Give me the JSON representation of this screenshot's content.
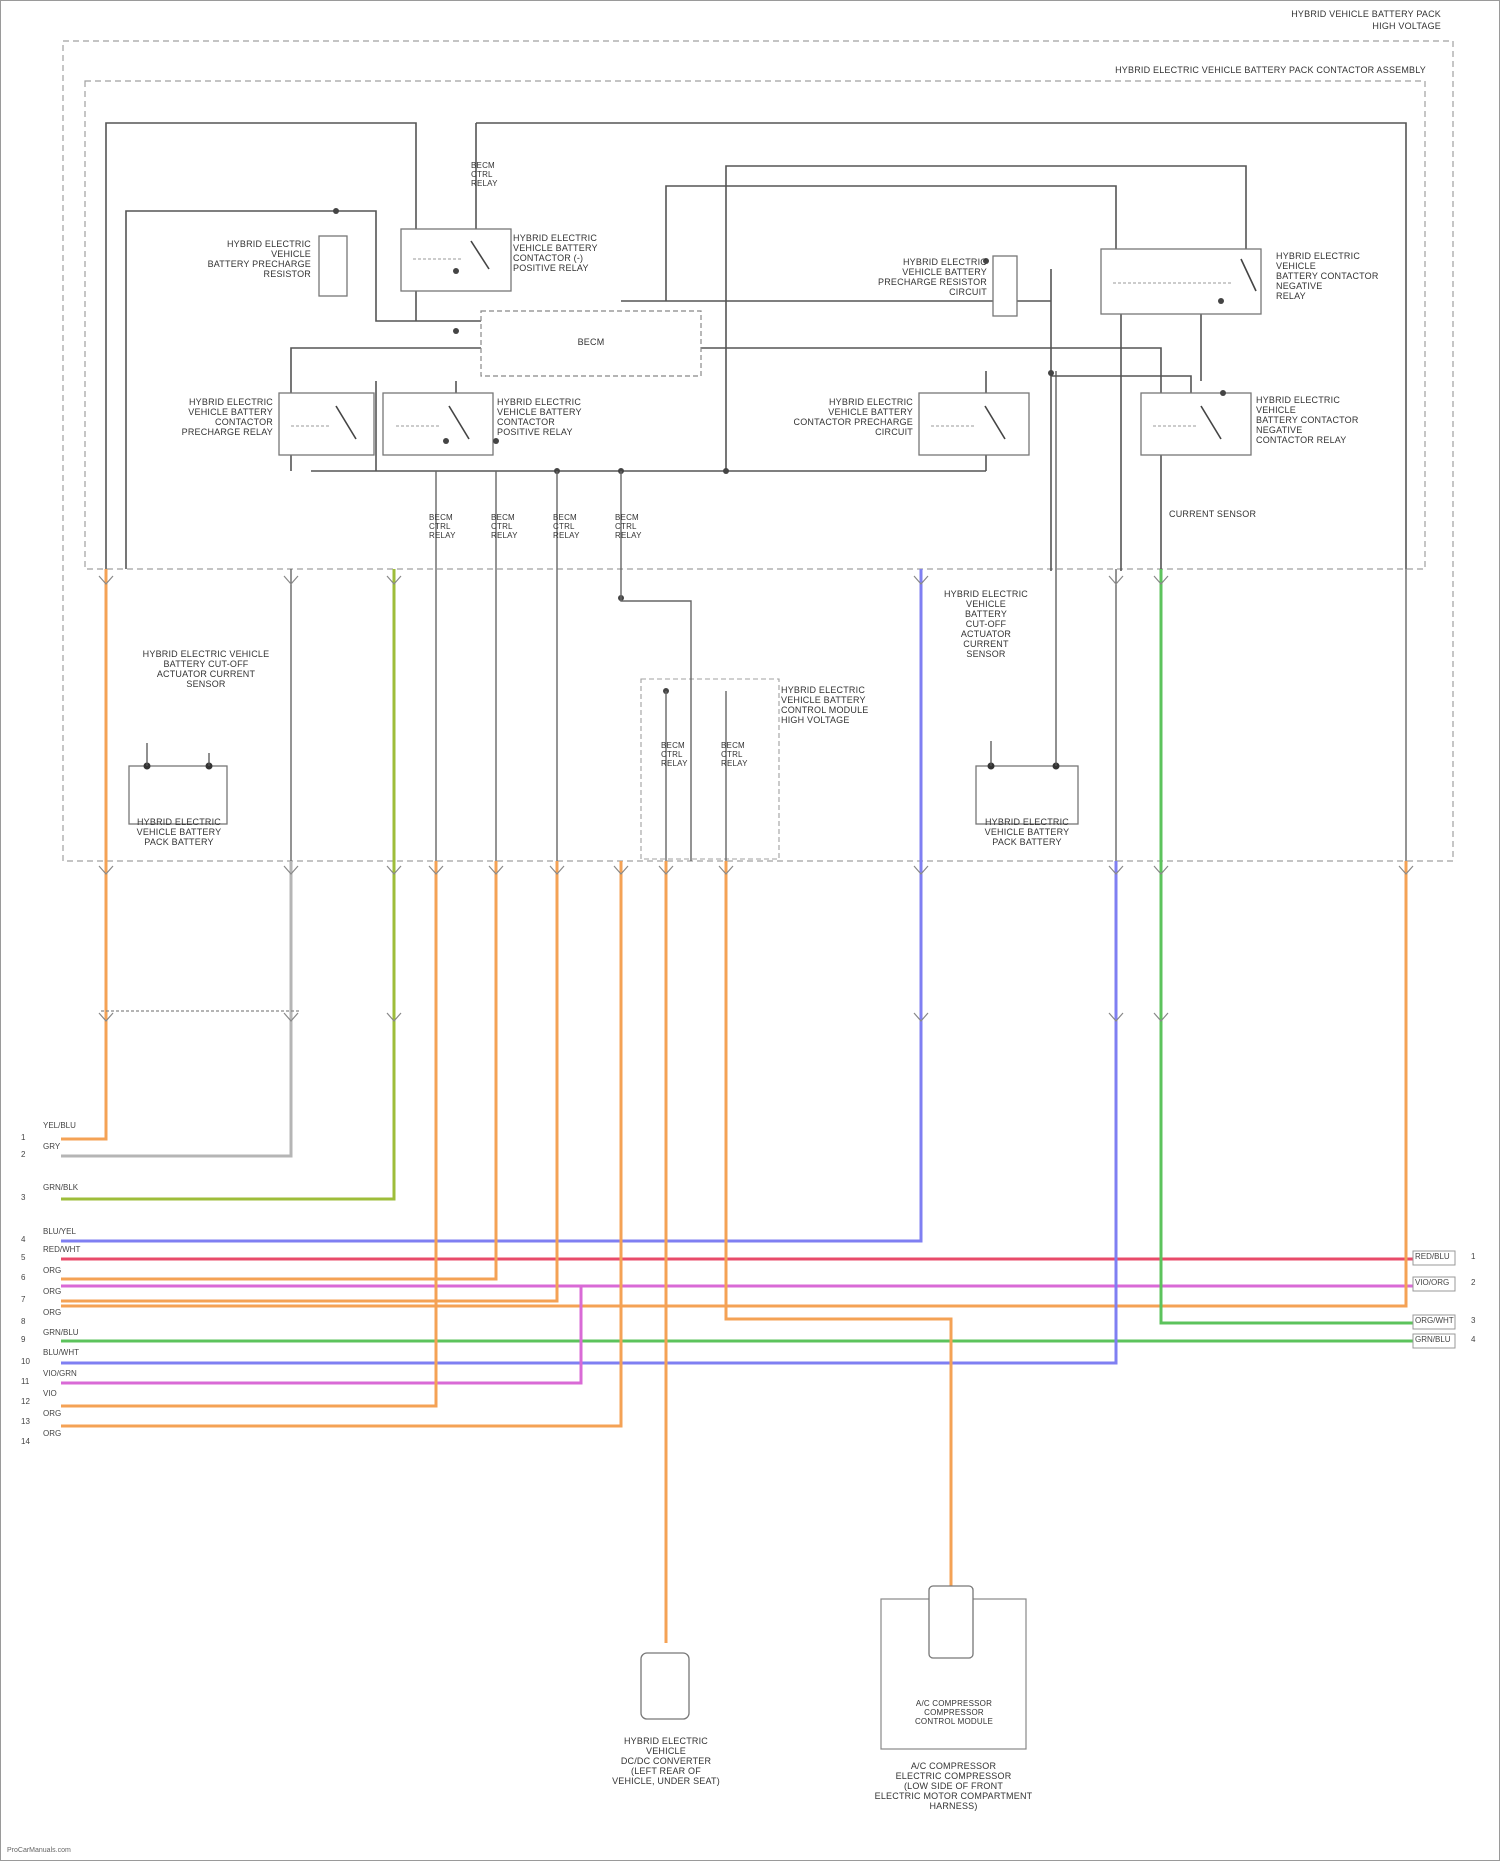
{
  "header": {
    "title_line1": "HYBRID VEHICLE BATTERY PACK",
    "title_line2": "HIGH VOLTAGE"
  },
  "inner_box": {
    "title": "HYBRID ELECTRIC VEHICLE BATTERY PACK CONTACTOR ASSEMBLY"
  },
  "center_module": {
    "label": "BECM"
  },
  "components": {
    "precharge_resistor_left": "HYBRID ELECTRIC\nVEHICLE\nBATTERY PRECHARGE\nRESISTOR",
    "contactor_top_left": "HYBRID ELECTRIC\nVEHICLE BATTERY\nCONTACTOR (-)\nPOSITIVE RELAY",
    "precharge_relay_left": "HYBRID ELECTRIC\nVEHICLE BATTERY\nCONTACTOR\nPRECHARGE RELAY",
    "contactor_mid_left": "HYBRID ELECTRIC\nVEHICLE BATTERY\nCONTACTOR\nPOSITIVE RELAY",
    "precharge_resistor_right": "HYBRID ELECTRIC\nVEHICLE BATTERY\nPRECHARGE RESISTOR\nCIRCUIT",
    "contactor_top_right": "HYBRID ELECTRIC\nVEHICLE\nBATTERY CONTACTOR\nNEGATIVE\nRELAY",
    "precharge_relay_right": "HYBRID ELECTRIC\nVEHICLE BATTERY\nCONTACTOR PRECHARGE\nCIRCUIT",
    "contactor_mid_right": "HYBRID ELECTRIC\nVEHICLE\nBATTERY CONTACTOR\nNEGATIVE\nCONTACTOR RELAY",
    "current_sensor": "CURRENT SENSOR",
    "left_sensor": "HYBRID ELECTRIC VEHICLE\nBATTERY CUT-OFF\nACTUATOR CURRENT\nSENSOR",
    "left_pack": "HYBRID ELECTRIC\nVEHICLE BATTERY\nPACK BATTERY",
    "interlock": "HYBRID ELECTRIC\nVEHICLE BATTERY\nCONTROL MODULE\nHIGH VOLTAGE",
    "right_sensor": "HYBRID ELECTRIC\nVEHICLE\nBATTERY\nCUT-OFF\nACTUATOR\nCURRENT\nSENSOR",
    "right_pack": "HYBRID ELECTRIC\nVEHICLE BATTERY\nPACK BATTERY",
    "bottom_left_component": "HYBRID ELECTRIC\nVEHICLE\nDC/DC CONVERTER\n(LEFT REAR OF\nVEHICLE, UNDER SEAT)",
    "bottom_right_module": "A/C COMPRESSOR\nCOMPRESSOR\nCONTROL MODULE",
    "bottom_right_caption": "A/C COMPRESSOR\nELECTRIC COMPRESSOR\n(LOW SIDE OF FRONT\nELECTRIC MOTOR COMPARTMENT\nHARNESS)"
  },
  "relay_labels": [
    "BECM\nCTRL\nRELAY",
    "BECM\nCTRL\nRELAY",
    "BECM\nCTRL\nRELAY",
    "BECM\nCTRL\nRELAY",
    "BECM\nCTRL\nRELAY",
    "BECM\nCTRL\nRELAY",
    "BECM\nCTRL\nRELAY"
  ],
  "left_terminals": {
    "top": [
      {
        "num": "1",
        "color": "YEL/BLU"
      },
      {
        "num": "2",
        "color": "GRY"
      },
      {
        "num": "3",
        "color": "GRN/BLK"
      }
    ],
    "bus": [
      {
        "num": "4",
        "color": "BLU/YEL"
      },
      {
        "num": "5",
        "color": "RED/WHT"
      },
      {
        "num": "6",
        "color": "ORG"
      },
      {
        "num": "7",
        "color": "ORG"
      },
      {
        "num": "8",
        "color": "ORG"
      },
      {
        "num": "9",
        "color": "GRN/BLU"
      },
      {
        "num": "10",
        "color": "BLU/WHT"
      },
      {
        "num": "11",
        "color": "VIO/GRN"
      },
      {
        "num": "12",
        "color": "VIO"
      },
      {
        "num": "13",
        "color": "ORG"
      },
      {
        "num": "14",
        "color": "ORG"
      }
    ]
  },
  "right_terminals": [
    {
      "num": "1",
      "color": "RED/BLU"
    },
    {
      "num": "2",
      "color": "VIO/ORG"
    },
    {
      "num": "3",
      "color": "ORG/WHT"
    },
    {
      "num": "4",
      "color": "GRN/BLU"
    }
  ],
  "footer": {
    "credit": "ProCarManuals.com"
  },
  "colors": {
    "orange": "#f4a255",
    "red": "#e84b6a",
    "pink": "#d96ad6",
    "green": "#5cc35c",
    "olive": "#9ebd3a",
    "blue": "#7f7ff2",
    "gray": "#a9a9a9",
    "dark": "#444444",
    "dash": "#a0a0a0"
  }
}
